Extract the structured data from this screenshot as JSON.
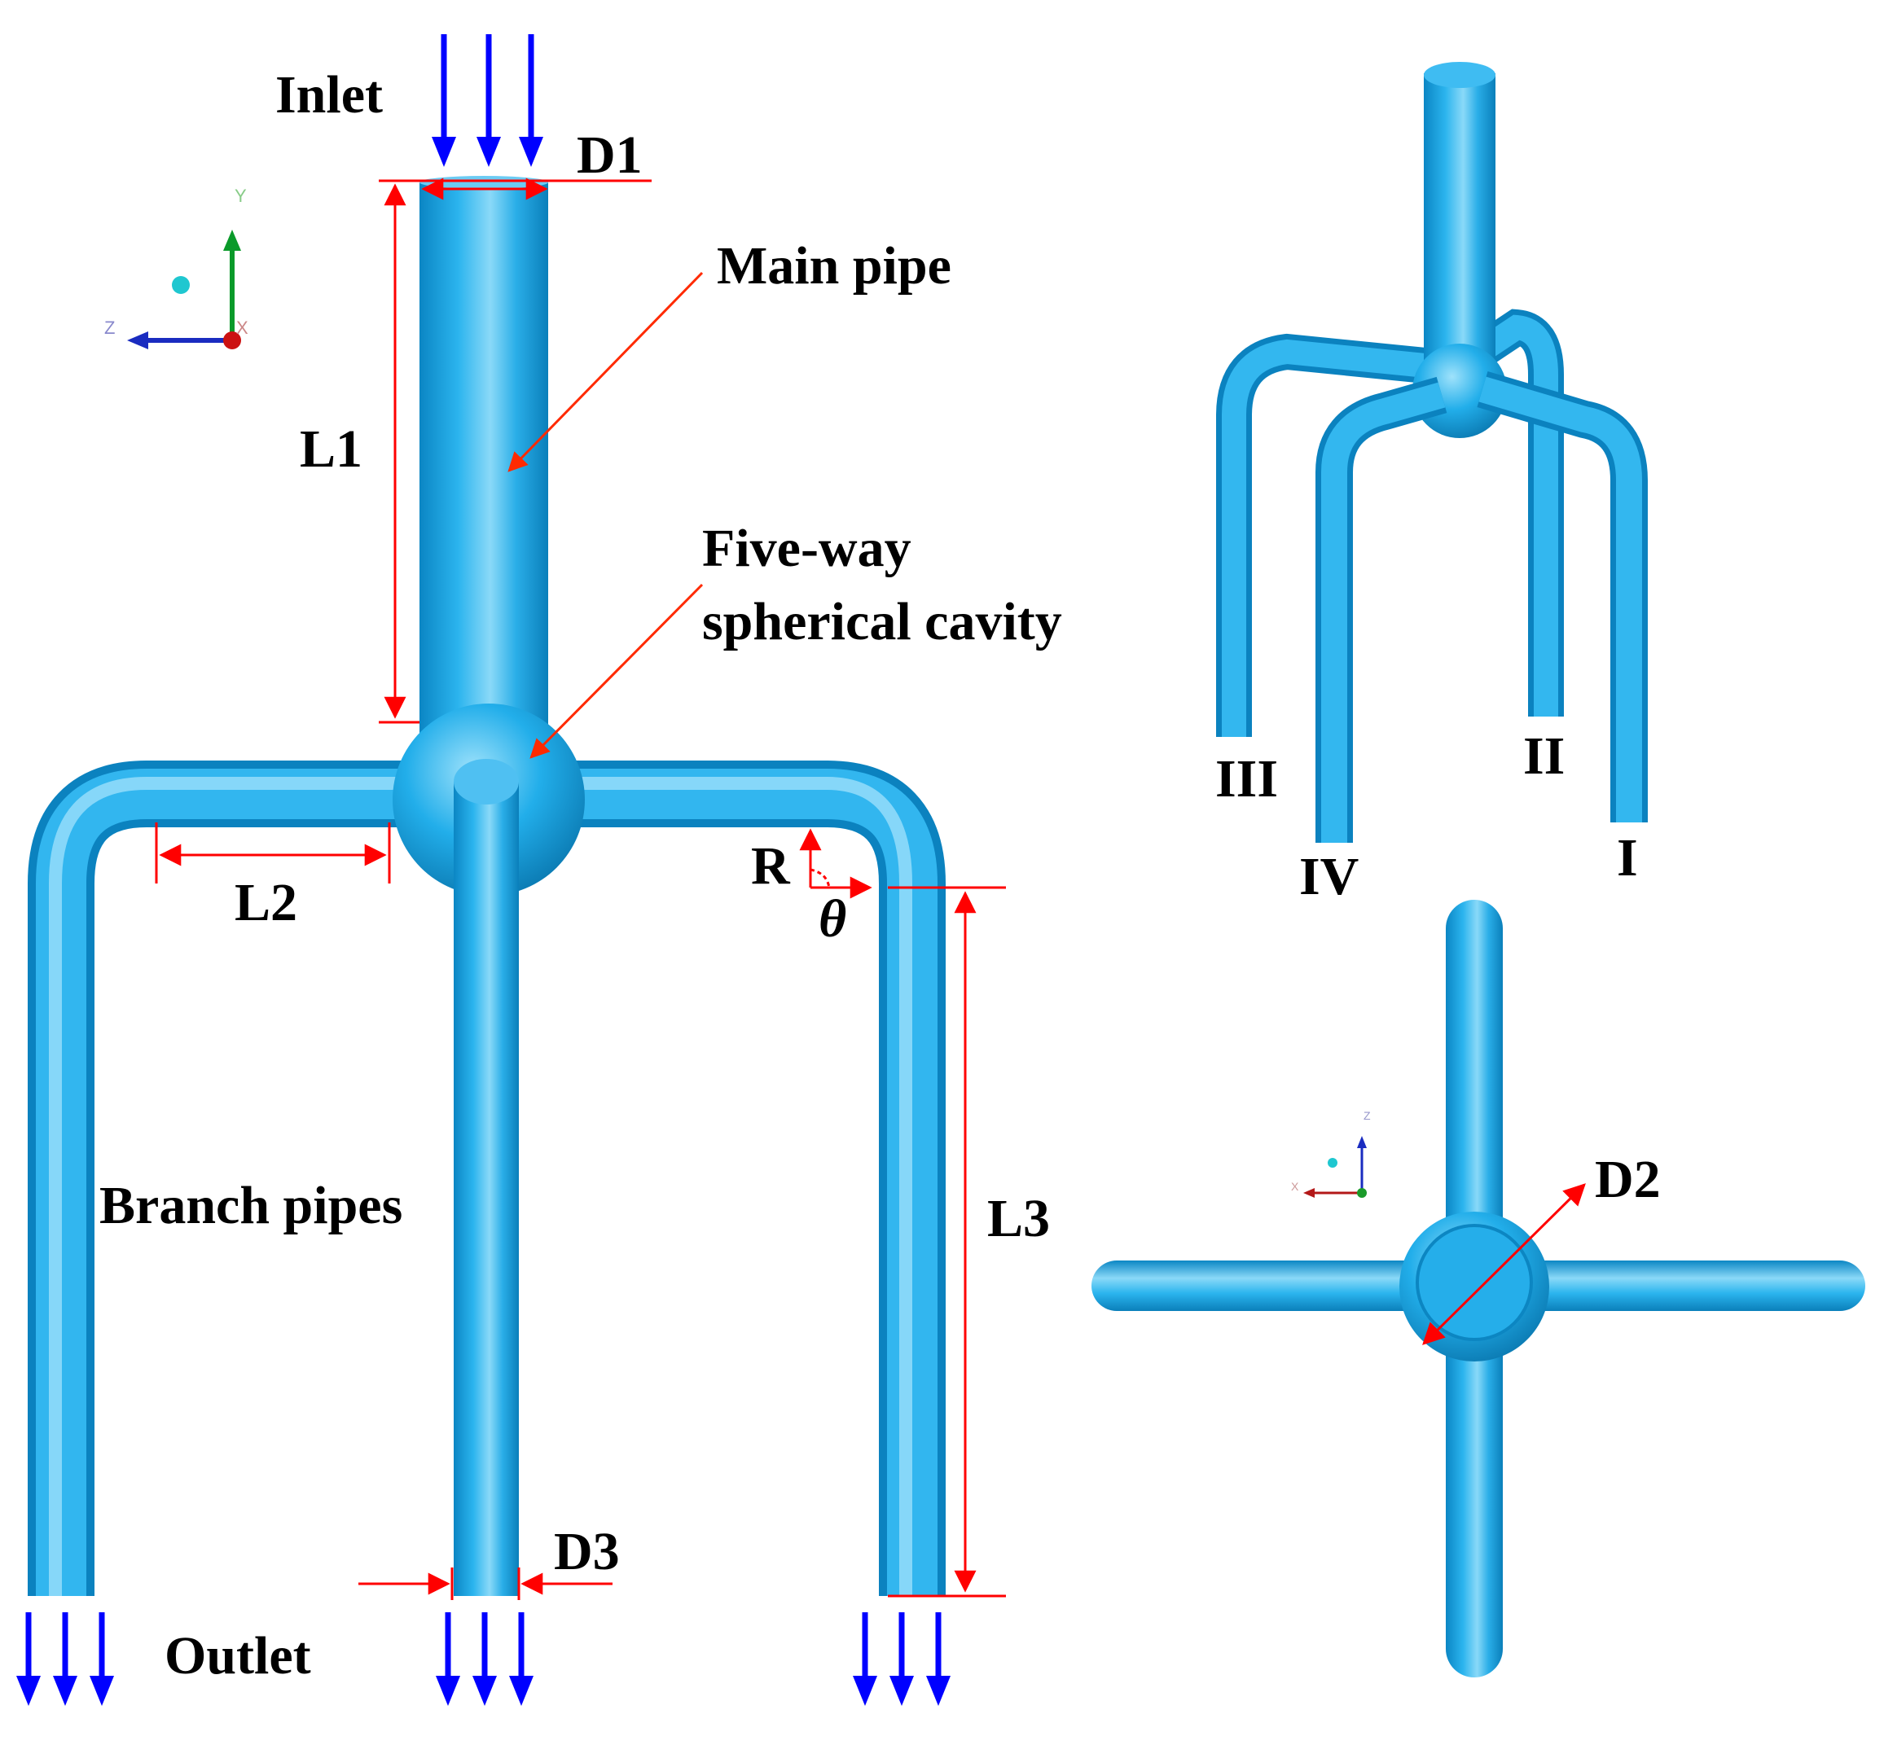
{
  "labels": {
    "inlet": "Inlet",
    "outlet": "Outlet",
    "main_pipe": "Main pipe",
    "cavity_line1": "Five-way",
    "cavity_line2": "spherical cavity",
    "branch_pipes": "Branch pipes",
    "d1": "D1",
    "d2": "D2",
    "d3": "D3",
    "l1": "L1",
    "l2": "L2",
    "l3": "L3",
    "r": "R",
    "theta": "θ"
  },
  "outlets": {
    "one": "I",
    "two": "II",
    "three": "III",
    "four": "IV"
  },
  "axes_front": {
    "y": "Y",
    "z": "Z",
    "x": "X"
  },
  "axes_top": {
    "z": "Z",
    "x": "X"
  },
  "colors": {
    "pipe": "#1ea8e6",
    "pipe_dark": "#0b82bf",
    "pipe_light": "#7fd6f7",
    "dimension": "#ff0000",
    "flow_arrow": "#0000ff",
    "pointer": "#ff2a00"
  }
}
